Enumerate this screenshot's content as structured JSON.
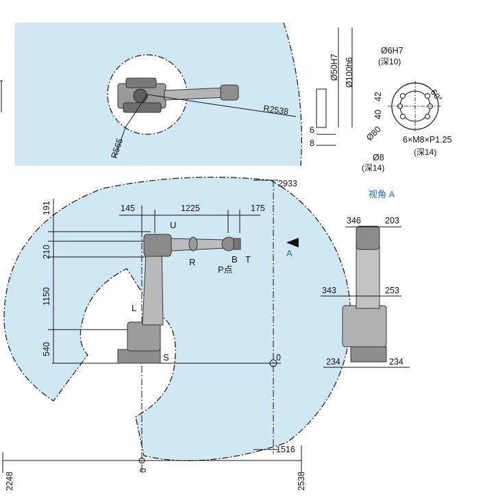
{
  "colors": {
    "workspace_fill": "#cfe8f3",
    "accent": "#1f6fb5",
    "robot_gray": "#8e8e8e"
  },
  "top_view": {
    "r_outer": "R2538",
    "r_inner": "R565"
  },
  "side_view": {
    "reach_top": "2933",
    "reach_bottom": "1516",
    "zero_right": "0",
    "zero_bottom": "0",
    "x_left": "2248",
    "x_right": "2538",
    "horizontal_dims": [
      "145",
      "1225",
      "175"
    ],
    "vertical_dims": [
      "191",
      "210",
      "1150",
      "540"
    ],
    "axes": {
      "u": "U",
      "r": "R",
      "b": "B",
      "t": "T",
      "l": "L",
      "s": "S"
    },
    "p_point": "P点",
    "view_arrow": "A"
  },
  "flange_side": {
    "d50": "Ø50H7",
    "d100": "Ø100h6",
    "d6": "6",
    "d8": "8"
  },
  "flange_front": {
    "hole_top": "Ø6H7",
    "hole_top_depth": "(深10)",
    "angle": "60°",
    "d42": "42",
    "d40": "40",
    "d80": "Ø80",
    "bolts": "6×M8×P1.25",
    "bolts_depth": "(深14)",
    "hole_bottom": "Ø8",
    "hole_bottom_depth": "(深14)"
  },
  "view_a": {
    "title": "视角 A",
    "d346": "346",
    "d203": "203",
    "d343": "343",
    "d253": "253",
    "d234_left": "234",
    "d234_right": "234"
  }
}
